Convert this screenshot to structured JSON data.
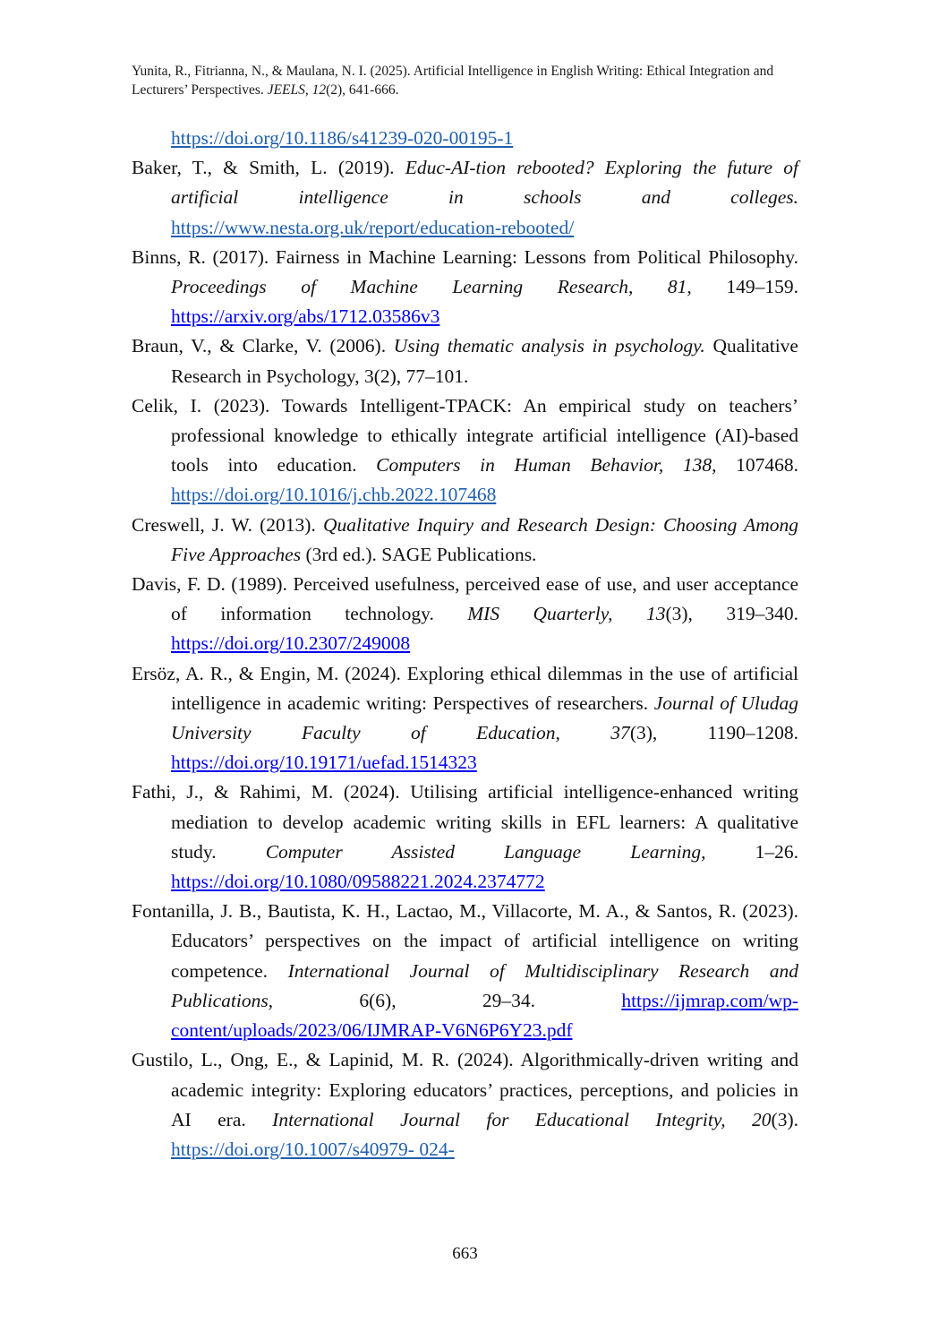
{
  "header": {
    "citation_prefix": "Yunita, R., Fitrianna, N., & Maulana, N. I.  (2025). Artificial Intelligence in English Writing: Ethical Integration and Lecturers’  Perspectives. ",
    "journal": "JEELS,",
    "volume": " 12",
    "issue_pages": "(2), 641-666."
  },
  "references": [
    {
      "continuation": true,
      "link": "https://doi.org/10.1186/s41239-020-00195-1",
      "link_style": "muted"
    },
    {
      "authors_year": "Baker, T., & Smith, L. (2019). ",
      "title_italic": "Educ-AI-tion rebooted? Exploring the future of artificial intelligence in schools and colleges.",
      "rest": " ",
      "link": "https://www.nesta.org.uk/report/education-rebooted/",
      "link_style": "muted"
    },
    {
      "authors_year": "Binns, R. (2017). Fairness in Machine Learning: Lessons from Political Philosophy. ",
      "title_italic": "Proceedings of Machine Learning Research, 81,",
      "rest": " 149–159. ",
      "link": "https://arxiv.org/abs/1712.03586v3",
      "link_style": "blue"
    },
    {
      "authors_year": "Braun, V., & Clarke, V. (2006). ",
      "title_italic": "Using thematic analysis in psychology.",
      "rest": " Qualitative Research in Psychology, 3(2), 77–101.",
      "link": "",
      "link_style": ""
    },
    {
      "authors_year": "Celik, I. (2023). Towards Intelligent-TPACK: An empirical study on teachers’ professional knowledge to ethically integrate artificial intelligence (AI)-based tools into education. ",
      "title_italic": "Computers in Human Behavior, 138,",
      "rest": " 107468. ",
      "link": "https://doi.org/10.1016/j.chb.2022.107468",
      "link_style": "muted"
    },
    {
      "authors_year": "Creswell, J. W. (2013). ",
      "title_italic": "Qualitative Inquiry and Research Design: Choosing Among Five Approaches",
      "rest": " (3rd ed.). SAGE Publications.",
      "link": "",
      "link_style": ""
    },
    {
      "authors_year": "Davis, F. D. (1989). Perceived usefulness, perceived ease of use, and user acceptance of information technology. ",
      "title_italic": "MIS Quarterly, 13",
      "rest": "(3), 319–340. ",
      "link": "https://doi.org/10.2307/249008 ",
      "link_style": "blue"
    },
    {
      "authors_year": "Ersöz, A. R., & Engin, M. (2024). Exploring ethical dilemmas in the use of artificial intelligence in academic writing: Perspectives of researchers. ",
      "title_italic": "Journal of Uludag University Faculty of Education, 37",
      "rest": "(3), 1190–1208. ",
      "link": "https://doi.org/10.19171/uefad.1514323",
      "link_style": "blue"
    },
    {
      "authors_year": "Fathi, J., & Rahimi, M. (2024). Utilising artificial intelligence-enhanced writing mediation to develop academic writing skills in EFL learners: A qualitative study. ",
      "title_italic": "Computer Assisted Language Learning,",
      "rest": " 1–26. ",
      "link": "https://doi.org/10.1080/09588221.2024.2374772",
      "link_style": "blue"
    },
    {
      "authors_year": "Fontanilla, J. B., Bautista, K. H., Lactao, M., Villacorte, M. A., & Santos, R. (2023). Educators’ perspectives on the impact of artificial intelligence on writing competence. ",
      "title_italic": "International Journal of Multidisciplinary Research and Publications,",
      "rest": " 6(6), 29–34. ",
      "link": "https://ijmrap.com/wp-content/uploads/2023/06/IJMRAP-V6N6P6Y23.pdf ",
      "link_style": "blue"
    },
    {
      "authors_year": "Gustilo, L., Ong, E., & Lapinid, M. R. (2024). Algorithmically-driven writing and academic integrity: Exploring educators’ practices, perceptions, and policies in AI era. ",
      "title_italic": "International Journal for Educational Integrity, 20",
      "rest": "(3). ",
      "link": "https://doi.org/10.1007/s40979- 024-",
      "link_style": "muted"
    }
  ],
  "footer": {
    "page_number": "663"
  }
}
